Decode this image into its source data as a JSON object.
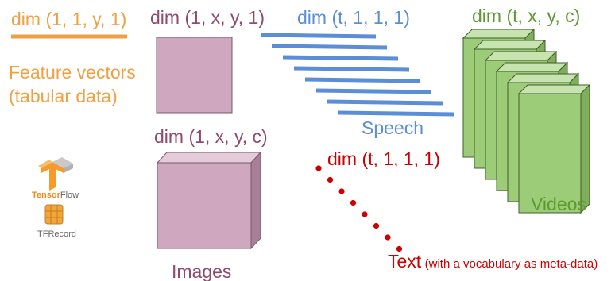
{
  "colors": {
    "orange": "#f0a042",
    "purple": "#8e4a6f",
    "blue": "#5b8ed6",
    "green": "#5c9a2f",
    "red": "#cc0000",
    "image_fill": "#cfa7bf",
    "video_fill": "#9ccc78"
  },
  "feature": {
    "dim": "dim (1, 1, y, 1)",
    "label_line1": "Feature vectors",
    "label_line2": "(tabular data)"
  },
  "image_single": {
    "dim": "dim (1, x, y, 1)"
  },
  "image_color": {
    "dim": "dim (1, x, y, c)",
    "label": "Images"
  },
  "speech": {
    "dim": "dim (t, 1, 1, 1)",
    "label": "Speech",
    "bar_count": 8
  },
  "text_seq": {
    "dim": "dim (t, 1, 1, 1)",
    "label": "Text",
    "sublabel": "(with a vocabulary as meta-data)",
    "dot_count": 8
  },
  "videos": {
    "dim": "dim (t, x, y, c)",
    "label": "Videos",
    "frame_count": 6
  },
  "logos": {
    "tensorflow_prefix": "Tensor",
    "tensorflow_suffix": "Flow",
    "tfrecord": "TFRecord"
  }
}
